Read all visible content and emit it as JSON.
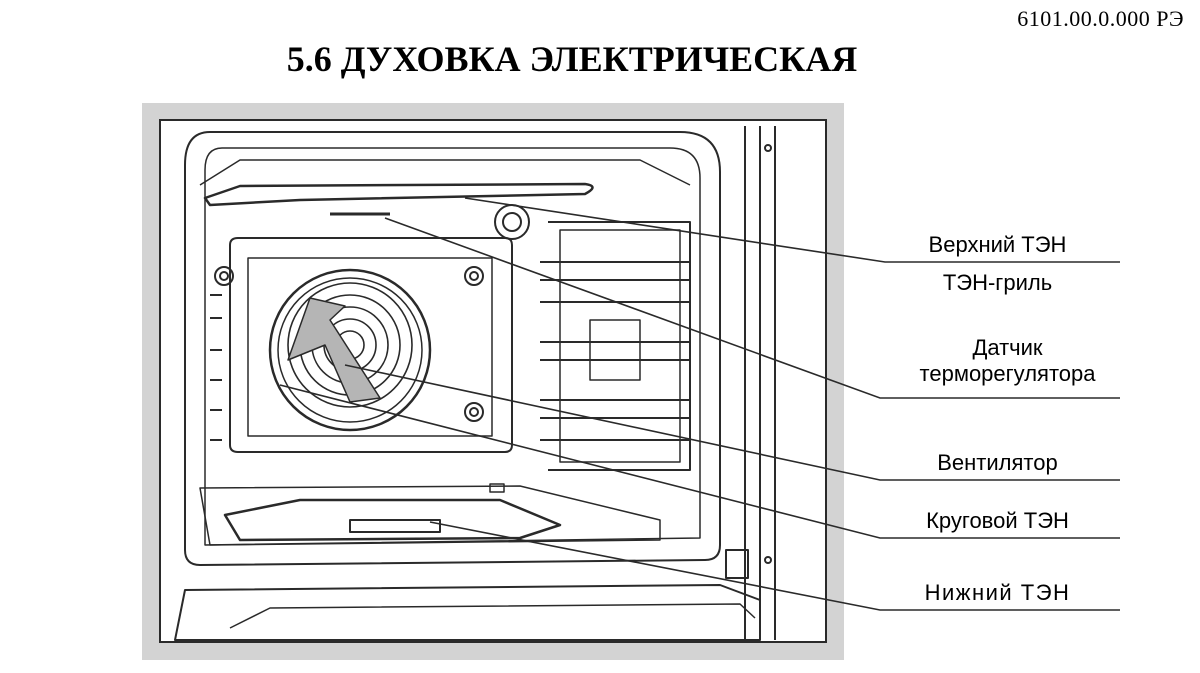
{
  "header": {
    "doc_code": "6101.00.0.000 РЭ",
    "title": "5.6 ДУХОВКА ЭЛЕКТРИЧЕСКАЯ"
  },
  "callouts": {
    "top_heater_line1": "Верхний ТЭН",
    "top_heater_line2": "ТЭН-гриль",
    "sensor_line1": "Датчик",
    "sensor_line2": "терморегулятора",
    "fan": "Вентилятор",
    "ring_heater": "Круговой ТЭН",
    "bottom_heater": "Нижний ТЭН"
  },
  "colors": {
    "frame": "#d3d3d3",
    "line": "#2a2a2a"
  }
}
